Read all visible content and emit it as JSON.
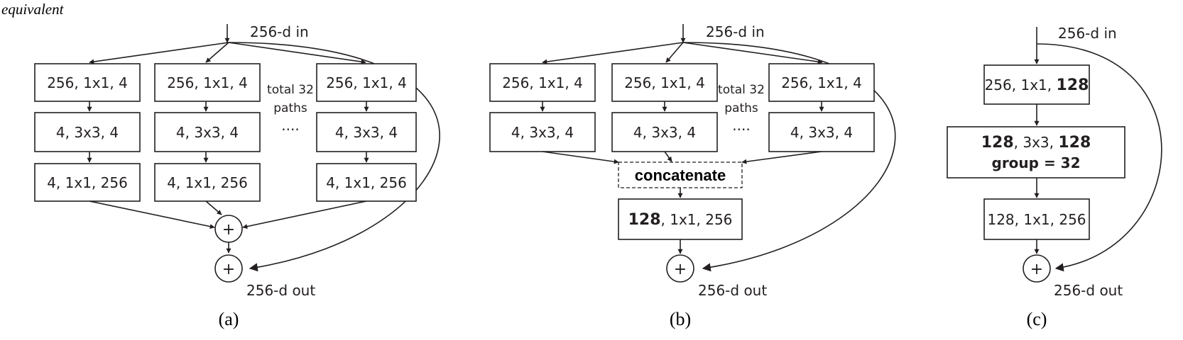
{
  "header": {
    "text": "equivalent"
  },
  "panel_a": {
    "input_label": "256-d in",
    "output_label": "256-d out",
    "caption": "(a)",
    "paths_note_line1": "total 32",
    "paths_note_line2": "paths",
    "ellipsis": "····",
    "plus": "+",
    "layers": [
      "256, 1x1, 4",
      "4, 3x3, 4",
      "4, 1x1, 256"
    ]
  },
  "panel_b": {
    "input_label": "256-d in",
    "output_label": "256-d out",
    "caption": "(b)",
    "paths_note_line1": "total 32",
    "paths_note_line2": "paths",
    "ellipsis": "····",
    "plus": "+",
    "layers": [
      "256, 1x1, 4",
      "4, 3x3, 4"
    ],
    "concat_label": "concatenate",
    "final_bold": "128",
    "final_rest": ", 1x1, 256"
  },
  "panel_c": {
    "input_label": "256-d in",
    "output_label": "256-d out",
    "caption": "(c)",
    "plus": "+",
    "layer1_prefix": "256, 1x1, ",
    "layer1_bold": "128",
    "layer2_bold_a": "128",
    "layer2_mid": ", 3x3, ",
    "layer2_bold_b": "128",
    "layer2_line2": "group = 32",
    "layer3": "128, 1x1, 256"
  }
}
